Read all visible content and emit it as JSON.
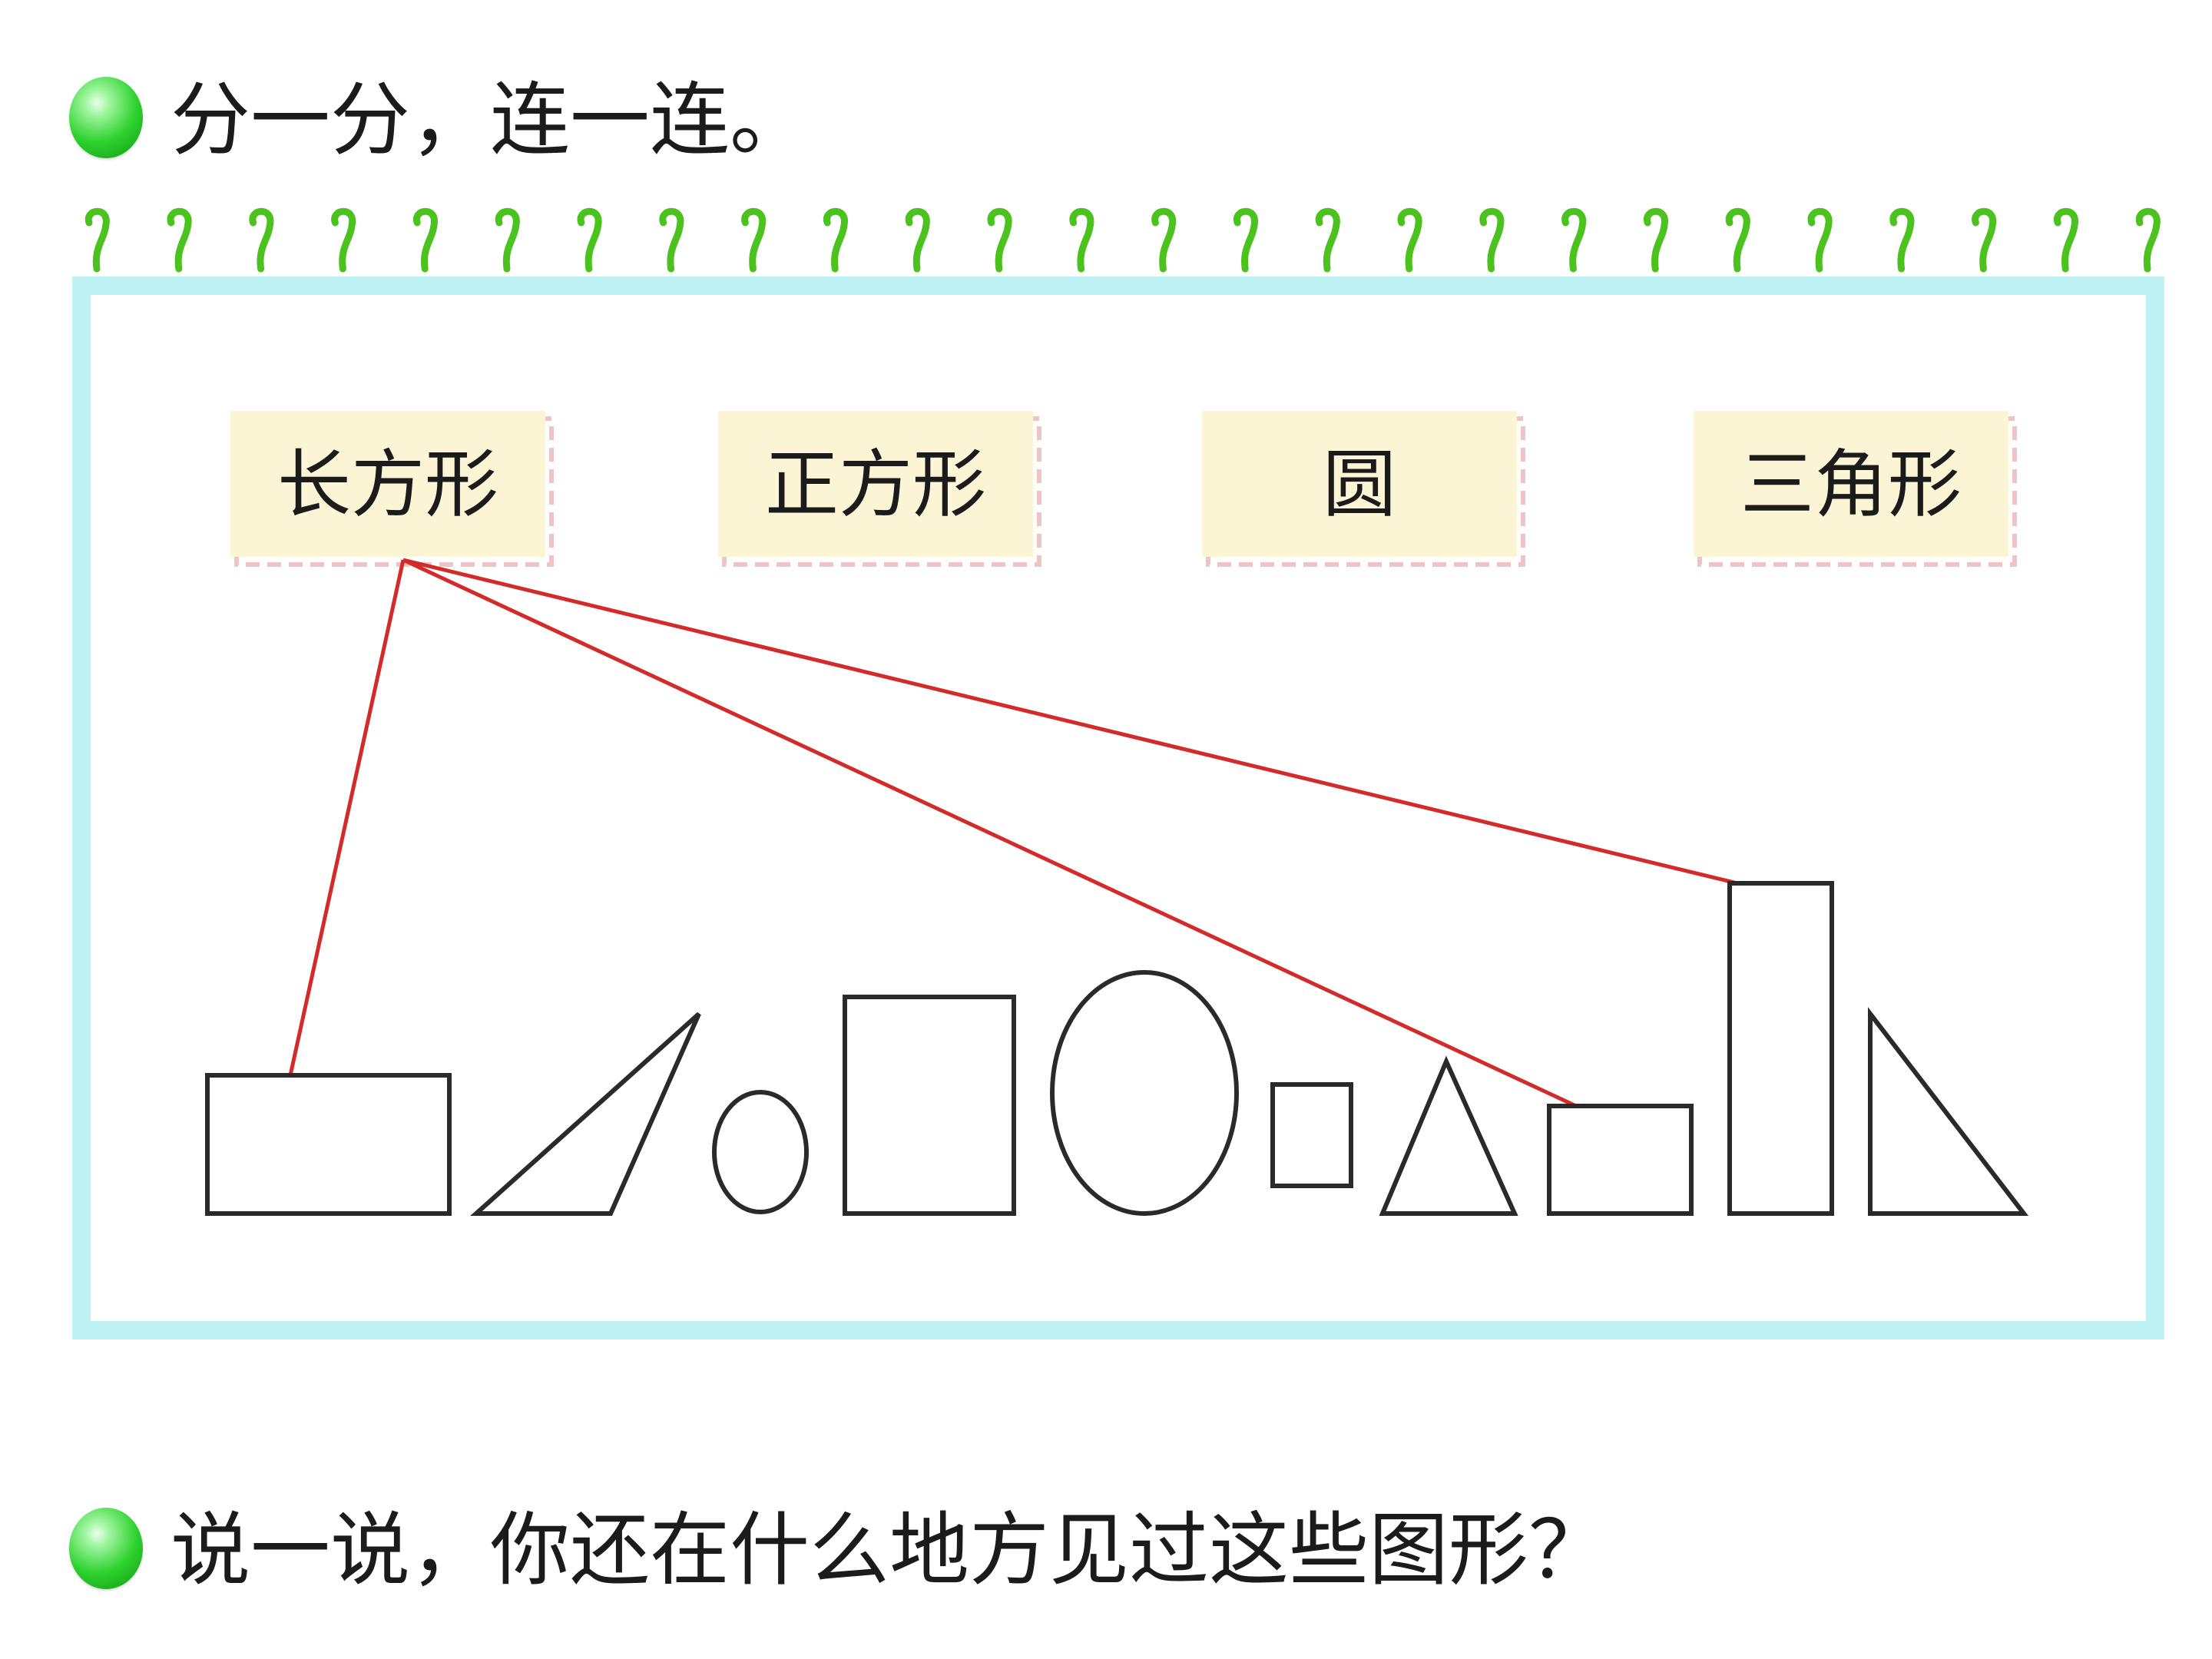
{
  "instruction_1": {
    "text": "分一分，连一连。",
    "bullet_icon": "green-ball-icon"
  },
  "instruction_2": {
    "text": "说一说，你还在什么地方见过这些图形？",
    "bullet_icon": "green-ball-icon"
  },
  "category_labels": [
    {
      "name": "rectangle",
      "text": "长方形"
    },
    {
      "name": "square",
      "text": "正方形"
    },
    {
      "name": "circle",
      "text": "圆"
    },
    {
      "name": "triangle",
      "text": "三角形"
    }
  ],
  "shapes": [
    {
      "name": "rectangle-1",
      "kind": "rectangle"
    },
    {
      "name": "triangle-1",
      "kind": "triangle"
    },
    {
      "name": "circle-1",
      "kind": "circle"
    },
    {
      "name": "square-1",
      "kind": "square"
    },
    {
      "name": "circle-2",
      "kind": "circle"
    },
    {
      "name": "square-2",
      "kind": "square"
    },
    {
      "name": "triangle-2",
      "kind": "triangle"
    },
    {
      "name": "rectangle-2",
      "kind": "rectangle"
    },
    {
      "name": "rectangle-3",
      "kind": "rectangle"
    },
    {
      "name": "triangle-3",
      "kind": "triangle"
    }
  ],
  "connections": [
    {
      "from": "rectangle",
      "to": "rectangle-1"
    },
    {
      "from": "rectangle",
      "to": "rectangle-2"
    },
    {
      "from": "rectangle",
      "to": "rectangle-3"
    }
  ],
  "colors": {
    "frame_border": "#bdf1f3",
    "spiral_ring": "#4cc21f",
    "label_background": "#fbf5d6",
    "label_edge": "#f0c4c4",
    "connection_line": "#d32a2a",
    "shape_stroke": "#2a2a2a"
  }
}
